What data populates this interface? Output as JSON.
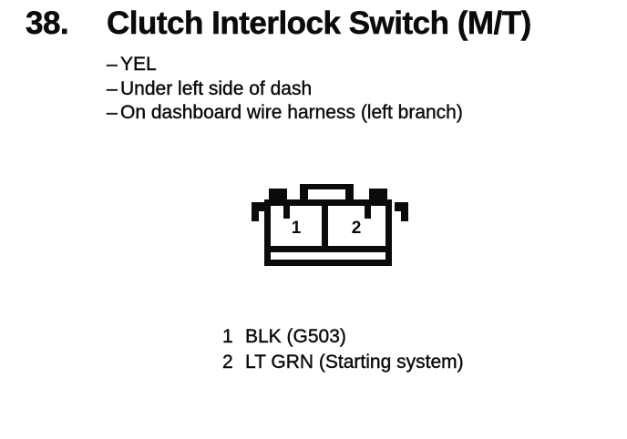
{
  "document": {
    "item_number": "38.",
    "title": "Clutch Interlock Switch (M/T)",
    "bullet_prefix": "–",
    "details": [
      "YEL",
      "Under left side of dash",
      "On dashboard wire harness (left branch)"
    ],
    "connector": {
      "pins": [
        {
          "number": "1",
          "label": "BLK (G503)"
        },
        {
          "number": "2",
          "label": "LT GRN (Starting system)"
        }
      ]
    }
  },
  "colors": {
    "ink": "#0b0b0b",
    "paper": "#ffffff"
  }
}
